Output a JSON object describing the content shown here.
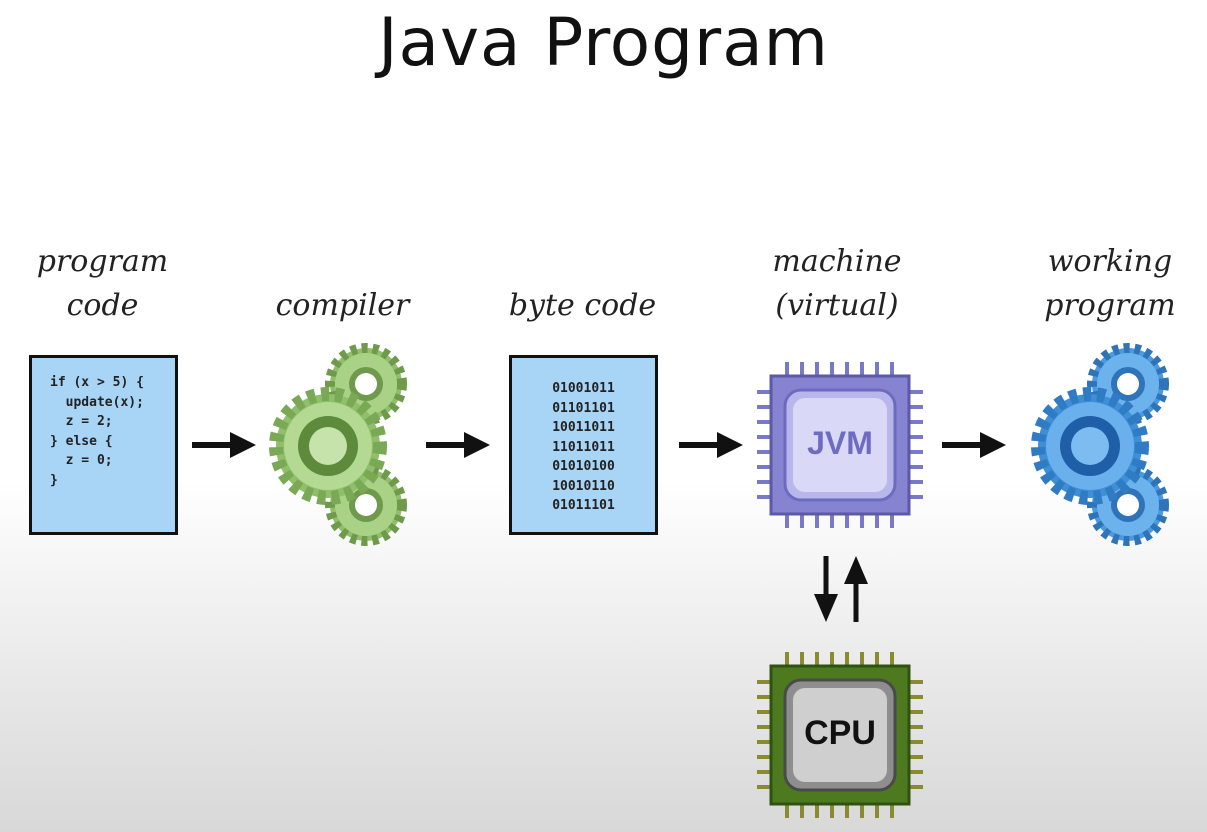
{
  "title": "Java Program",
  "labels": {
    "program_code": [
      "program",
      "code"
    ],
    "compiler": "compiler",
    "byte_code": "byte code",
    "machine": [
      "machine",
      "(virtual)"
    ],
    "working_program": [
      "working",
      "program"
    ]
  },
  "source_code": [
    "if (x > 5) {",
    "  update(x);",
    "  z = 2;",
    "} else {",
    "  z = 0;",
    "}"
  ],
  "byte_code": [
    "01001011",
    "01101101",
    "10011011",
    "11011011",
    "01010100",
    "10010110",
    "01011101"
  ],
  "jvm_chip": {
    "label": "JVM",
    "color": "#7a78c8"
  },
  "cpu_chip": {
    "label": "CPU",
    "color": "#4d7a1f"
  },
  "colors": {
    "code_box": "#a8d4f6",
    "compiler_gears": "#8fbf6a",
    "program_gears": "#3f8fd6"
  },
  "icons": [
    "right-arrow-icon",
    "gear-cluster-icon",
    "chip-icon",
    "bidirectional-arrow-icon"
  ]
}
